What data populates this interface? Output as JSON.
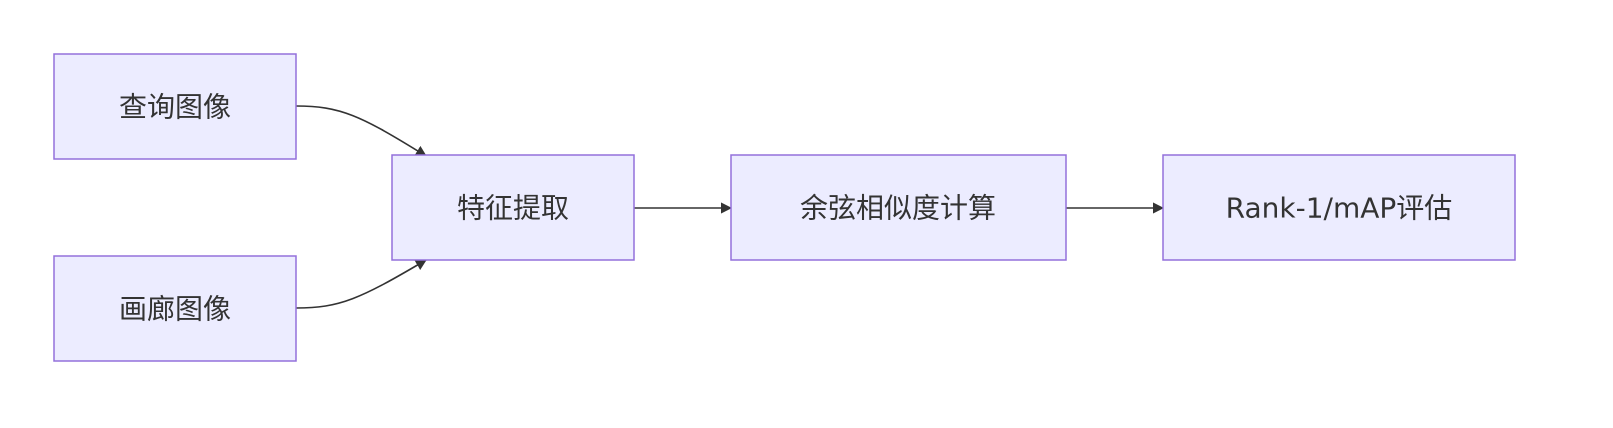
{
  "diagram": {
    "type": "flowchart",
    "direction": "left-to-right",
    "colors": {
      "node_fill": "#ECECFF",
      "node_border": "#9370DB",
      "edge": "#333333",
      "text": "#333333"
    },
    "nodes": {
      "query": "查询图像",
      "gallery": "画廊图像",
      "extract": "特征提取",
      "similarity": "余弦相似度计算",
      "evaluate": "Rank-1/mAP评估"
    },
    "edges": [
      {
        "from": "query",
        "to": "extract"
      },
      {
        "from": "gallery",
        "to": "extract"
      },
      {
        "from": "extract",
        "to": "similarity"
      },
      {
        "from": "similarity",
        "to": "evaluate"
      }
    ]
  }
}
